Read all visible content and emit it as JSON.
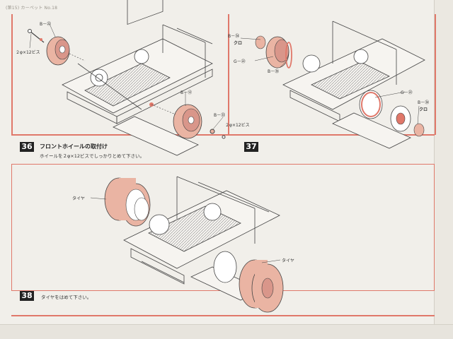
{
  "header": {
    "text": "(第15) カーペット No.18"
  },
  "step36": {
    "number": "36",
    "title": "フロントホイールの取付け",
    "instruction": "ホイールを２φ×12ビスでしっかりとめて下さい。",
    "labels": {
      "b22": "B－㉒",
      "screw_left": "２φ×12ビス",
      "b12": "B－⑫",
      "b33": "B－㉝",
      "screw_right": "２φ×12ビス"
    }
  },
  "step37": {
    "number": "37",
    "labels": {
      "b34_top": "B－㉞",
      "kuro_top": "クロ",
      "g22": "G－㉒",
      "b35_left": "B－㉟",
      "g22_right": "G－㉒",
      "b34_right": "B－㉞",
      "kuro_right": "クロ"
    }
  },
  "step38": {
    "number": "38",
    "instruction": "タイヤをはめて下さい。",
    "labels": {
      "tire_left": "タイヤ",
      "tire_right": "タイヤ"
    }
  },
  "colors": {
    "accent_red": "#e0786a",
    "wheel_pink": "#eab4a3",
    "line": "#333333"
  }
}
